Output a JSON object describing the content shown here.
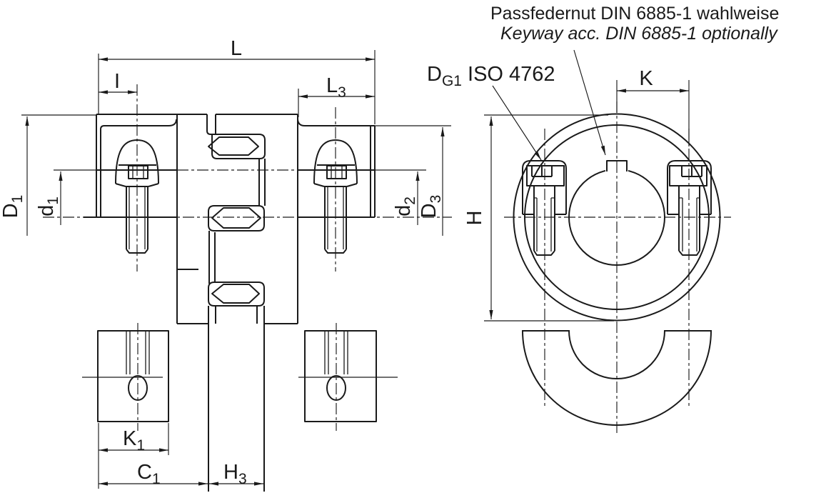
{
  "drawing": {
    "annotations": {
      "keyway_note_de": "Passfedernut DIN 6885-1 wahlweise",
      "keyway_note_en": "Keyway acc. DIN 6885-1 optionally",
      "screw_standard_prefix": "D",
      "screw_standard_sub": "G1",
      "screw_standard_suffix": " ISO 4762"
    },
    "dim_labels": {
      "L": {
        "main": "L",
        "sub": ""
      },
      "I": {
        "main": "I",
        "sub": ""
      },
      "L3": {
        "main": "L",
        "sub": "3"
      },
      "D1": {
        "main": "D",
        "sub": "1"
      },
      "d1": {
        "main": "d",
        "sub": "1"
      },
      "d2": {
        "main": "d",
        "sub": "2"
      },
      "D3": {
        "main": "D",
        "sub": "3"
      },
      "K1": {
        "main": "K",
        "sub": "1"
      },
      "C1": {
        "main": "C",
        "sub": "1"
      },
      "H3": {
        "main": "H",
        "sub": "3"
      },
      "H": {
        "main": "H",
        "sub": ""
      },
      "K": {
        "main": "K",
        "sub": ""
      }
    },
    "colors": {
      "line": "#1a1a1a",
      "background": "#ffffff"
    }
  }
}
